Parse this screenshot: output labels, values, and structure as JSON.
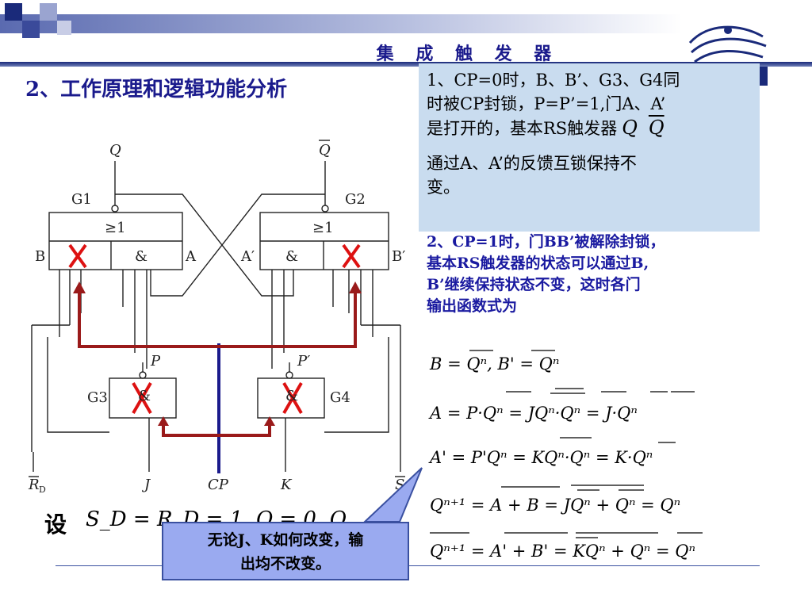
{
  "header": {
    "title": "集 成 触 发 器"
  },
  "section_title": "2、工作原理和逻辑功能分析",
  "info_box": {
    "line1": "1、CP=0时，B、B’、G3、G4同",
    "line2": "时被CP封锁，P=P’=1,门A、A’",
    "line3": "是打开的，基本RS触发器",
    "line3_sym1": "Q",
    "line3_sym2": "Q",
    "line4": "通过A、A’的反馈互锁保持不",
    "line5": "变。"
  },
  "para2": {
    "line1": "2、CP=1时，门BB’被解除封锁，",
    "line2": "基本RS触发器的状态可以通过B,",
    "line3": "B’继续保持状态不变，这时各门",
    "line4": "输出函数式为"
  },
  "equations": {
    "eq1": "B = Qⁿ, B' = Qⁿ",
    "eq2": "A = P·Qⁿ = JQⁿ·Qⁿ = J·Qⁿ",
    "eq3": "A' = P'Qⁿ = KQⁿ·Qⁿ = K·Qⁿ",
    "eq4": "Qⁿ⁺¹ = A + B = JQⁿ + Qⁿ = Qⁿ",
    "eq5": "Qⁿ⁺¹ = A' + B' = KQⁿ + Qⁿ = Qⁿ"
  },
  "set_label": "设",
  "set_formula": "S_D = R_D = 1, Q = 0, Q",
  "callout": {
    "line1": "无论J、K如何改变，输",
    "line2": "出均不改变。"
  },
  "diagram": {
    "q": "Q",
    "q_bar": "Q",
    "g1": "G1",
    "g2": "G2",
    "g3": "G3",
    "g4": "G4",
    "or1": "≥1",
    "or2": "≥1",
    "and": "&",
    "b": "B",
    "a": "A",
    "a_prime": "A′",
    "b_prime": "B′",
    "p": "P",
    "p_prime": "P′",
    "rd": "R",
    "sd": "S",
    "d_sub": "D",
    "j": "J",
    "cp": "CP",
    "k": "K"
  },
  "colors": {
    "title_blue": "#1a1a8c",
    "box_fill": "#c9dcef",
    "arrow_red": "#9a1a1a",
    "cross_red": "#dd1111",
    "cp_line": "#1a1a8c",
    "callout_fill": "#9aaaf0"
  }
}
